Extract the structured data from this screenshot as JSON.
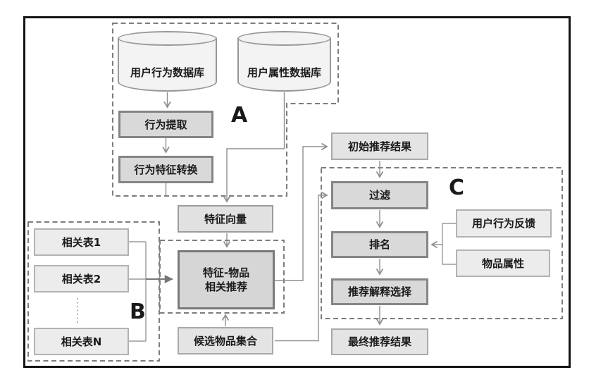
{
  "groups": {
    "a": {
      "label": "A"
    },
    "b": {
      "label": "B"
    },
    "c": {
      "label": "C"
    }
  },
  "nodes": {
    "user_behavior_db": {
      "label": "用户行为数据库",
      "shape": "cylinder"
    },
    "user_attribute_db": {
      "label": "用户属性数据库",
      "shape": "cylinder"
    },
    "behavior_extraction": {
      "label": "行为提取"
    },
    "behavior_feature_conversion": {
      "label": "行为特征转换"
    },
    "feature_vector": {
      "label": "特征向量"
    },
    "related_table_1": {
      "label": "相关表1"
    },
    "related_table_2": {
      "label": "相关表2"
    },
    "related_table_n": {
      "label": "相关表N"
    },
    "feature_item_recommendation": {
      "lines": [
        "特征-物品",
        "相关推荐"
      ]
    },
    "candidate_item_set": {
      "label": "候选物品集合"
    },
    "initial_recommendation_results": {
      "label": "初始推荐结果"
    },
    "filter": {
      "label": "过滤"
    },
    "ranking": {
      "label": "排名"
    },
    "recommendation_explanation_selection": {
      "label": "推荐解释选择"
    },
    "final_recommendation_results": {
      "label": "最终推荐结果"
    },
    "user_behavior_feedback": {
      "label": "用户行为反馈"
    },
    "item_attributes": {
      "label": "物品属性"
    }
  },
  "colors": {
    "frame": "#141414",
    "dashed_outline": "#7d7d7d",
    "connector": "#8f8f8f",
    "process_fill": "#d9d9d9",
    "light_fill": "#ececec",
    "cylinder_fill": "#f3f3f3",
    "text": "#1a1a1a"
  }
}
